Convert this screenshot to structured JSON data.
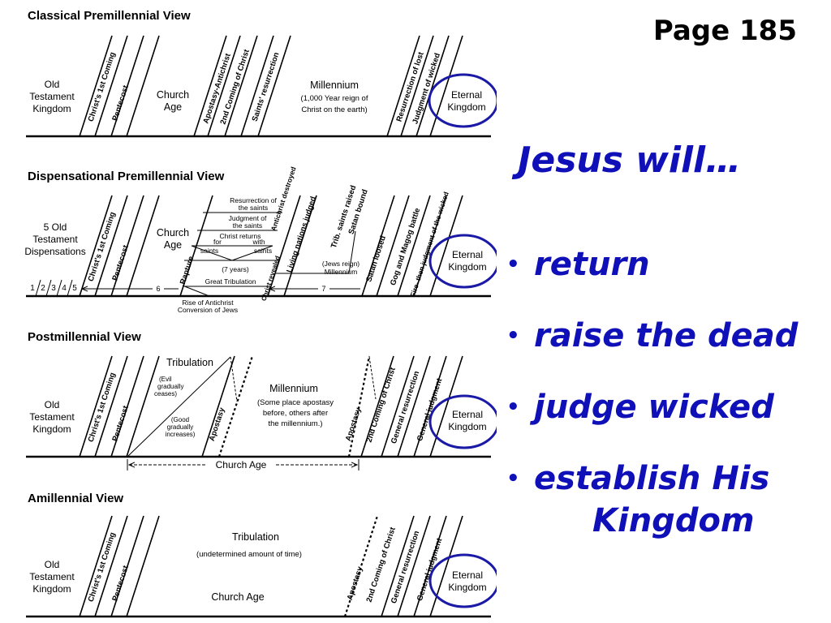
{
  "page_number": "Page 185",
  "headline": "Jesus will…",
  "points": [
    {
      "text": "return"
    },
    {
      "text": "raise the dead"
    },
    {
      "text": "judge wicked"
    },
    {
      "text": "establish His",
      "text2": "Kingdom"
    }
  ],
  "colors": {
    "accent": "#1010b8",
    "line": "#000000",
    "circle": "#1a1aa6"
  },
  "views": [
    {
      "title": "Classical Premillennial View",
      "left_label": [
        "Old",
        "Testament",
        "Kingdom"
      ],
      "slants": [
        "Christ's 1st Coming",
        "Pentecost",
        "Apostasy-Antichrist",
        "2nd Coming of Christ",
        "Saints' resurrection",
        "Resurrection of lost",
        "Judgment of wicked"
      ],
      "texts": {
        "church": [
          "Church",
          "Age"
        ],
        "millennium": "Millennium",
        "millennium_note": [
          "(1,000 Year reign of",
          "Christ on the earth)"
        ]
      },
      "end_label": [
        "Eternal",
        "Kingdom"
      ]
    },
    {
      "title": "Dispensational Premillennial View",
      "left_label": [
        "5 Old",
        "Testament",
        "Dispensations"
      ],
      "numbers": [
        "1",
        "2",
        "3",
        "4",
        "5"
      ],
      "slants": [
        "Christ's 1st Coming",
        "Pentecost",
        "Rapture",
        "Christ revealed",
        "Antichrist destroyed",
        "Living nations judged",
        "Trib. saints raised",
        "Satan bound",
        "Satan loosed",
        "Gog and Magog battle",
        "Fire- then judgment of the wicked"
      ],
      "texts": {
        "church": [
          "Church",
          "Age"
        ],
        "res_saints": [
          "Resurrection of",
          "the saints"
        ],
        "judg_saints": [
          "Judgment of",
          "the saints"
        ],
        "christ_returns": "Christ returns",
        "for": "for",
        "with": "with",
        "saints_a": "saints",
        "saints_b": "saints",
        "seven_years": "(7 years)",
        "great_trib": "Great Tribulation",
        "jews_reign": [
          "(Jews reign)",
          "Millennium"
        ],
        "six": "6",
        "seven": "7",
        "rise": [
          "Rise of Antichrist",
          "Conversion of Jews"
        ]
      },
      "end_label": [
        "Eternal",
        "Kingdom"
      ]
    },
    {
      "title": "Postmillennial View",
      "left_label": [
        "Old",
        "Testament",
        "Kingdom"
      ],
      "slants": [
        "Christ's 1st Coming",
        "Pentecost",
        "Apostasy",
        "Apostasy",
        "2nd Coming of Christ",
        "General resurrection",
        "General judgment"
      ],
      "texts": {
        "tribulation": "Tribulation",
        "evil": [
          "(Evil",
          "gradually",
          "ceases)"
        ],
        "good": [
          "(Good",
          "gradually",
          "increases)"
        ],
        "millennium": "Millennium",
        "millennium_note": [
          "(Some place apostasy",
          "before, others after",
          "the millennium.)"
        ],
        "church_age": "Church Age"
      },
      "end_label": [
        "Eternal",
        "Kingdom"
      ]
    },
    {
      "title": "Amillennial View",
      "left_label": [
        "Old",
        "Testament",
        "Kingdom"
      ],
      "slants": [
        "Christ's 1st Coming",
        "Pentecost",
        "Apostasy",
        "2nd Coming of Christ",
        "General resurrection",
        "General judgment"
      ],
      "texts": {
        "tribulation": "Tribulation",
        "trib_note": "(undetermined amount of time)",
        "church_age": "Church Age"
      },
      "end_label": [
        "Eternal",
        "Kingdom"
      ]
    }
  ]
}
